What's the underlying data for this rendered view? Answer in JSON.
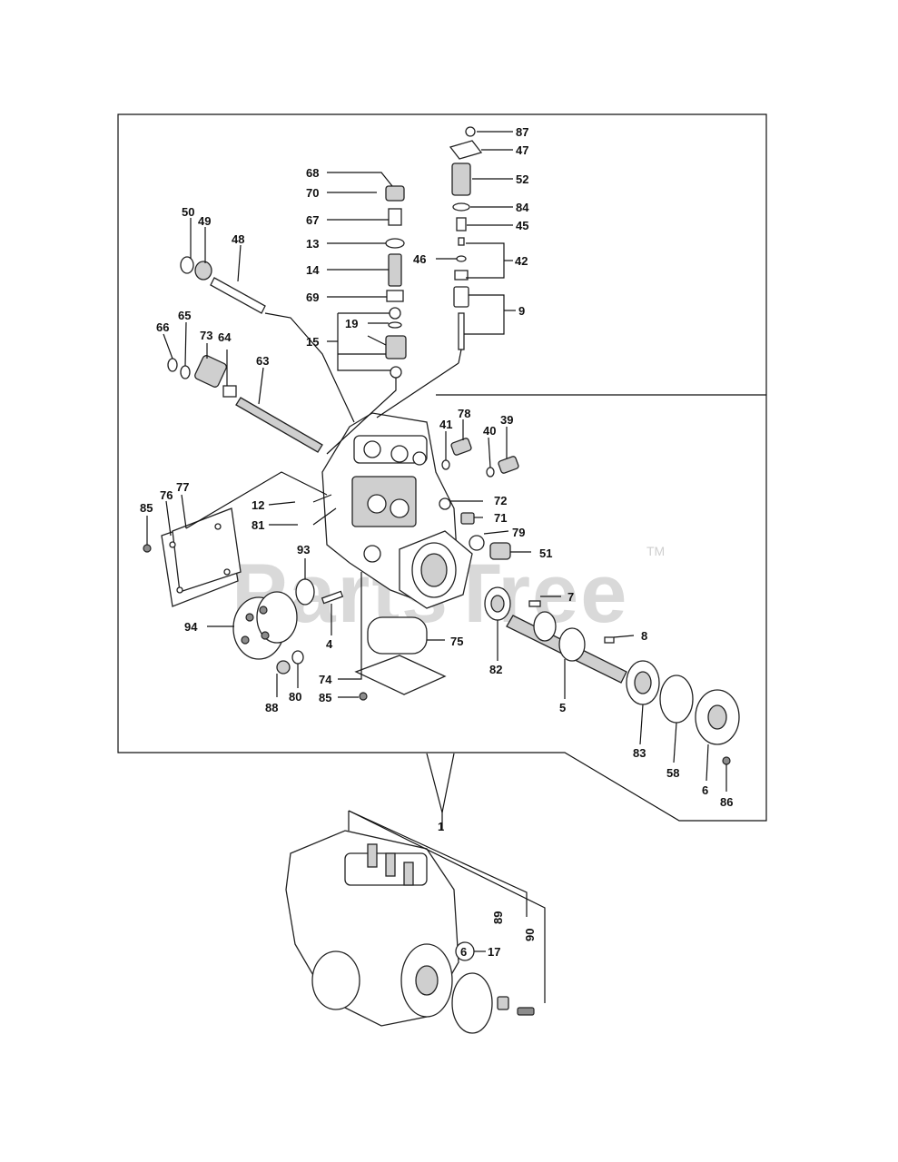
{
  "watermark": {
    "text": "PartsTree",
    "tm": "TM"
  },
  "labels": [
    "87",
    "47",
    "52",
    "84",
    "45",
    "46",
    "42",
    "9",
    "68",
    "70",
    "67",
    "13",
    "14",
    "69",
    "19",
    "15",
    "50",
    "49",
    "48",
    "66",
    "65",
    "73",
    "64",
    "63",
    "41",
    "78",
    "40",
    "39",
    "72",
    "71",
    "79",
    "51",
    "12",
    "81",
    "85",
    "76",
    "77",
    "93",
    "7",
    "8",
    "94",
    "4",
    "75",
    "82",
    "5",
    "74",
    "85",
    "88",
    "80",
    "83",
    "58",
    "6",
    "86",
    "1",
    "89",
    "90",
    "6",
    "17"
  ]
}
